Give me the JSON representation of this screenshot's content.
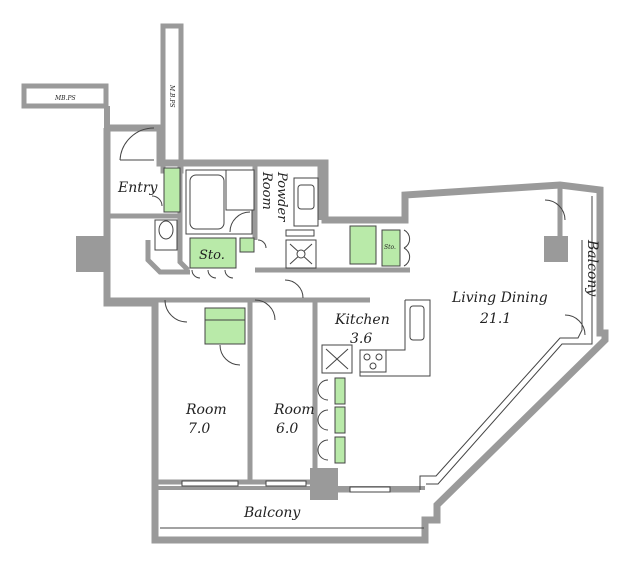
{
  "plan": {
    "mbps_label": "MB.PS",
    "ps_label": "M.B.PS",
    "rooms": {
      "entry": "Entry",
      "powder_room_line1": "Powder",
      "powder_room_line2": "Room",
      "storage_main": "Sto.",
      "storage_small": "Sto.",
      "kitchen_name": "Kitchen",
      "kitchen_size": "3.6",
      "living_name": "Living Dining",
      "living_size": "21.1",
      "room1_name": "Room",
      "room1_size": "7.0",
      "room2_name": "Room",
      "room2_size": "6.0",
      "balcony_bottom": "Balcony",
      "balcony_right": "Balcony"
    },
    "colors": {
      "wall": "#9a9a9a",
      "storage": "#b9eaa9",
      "line": "#444444"
    }
  }
}
